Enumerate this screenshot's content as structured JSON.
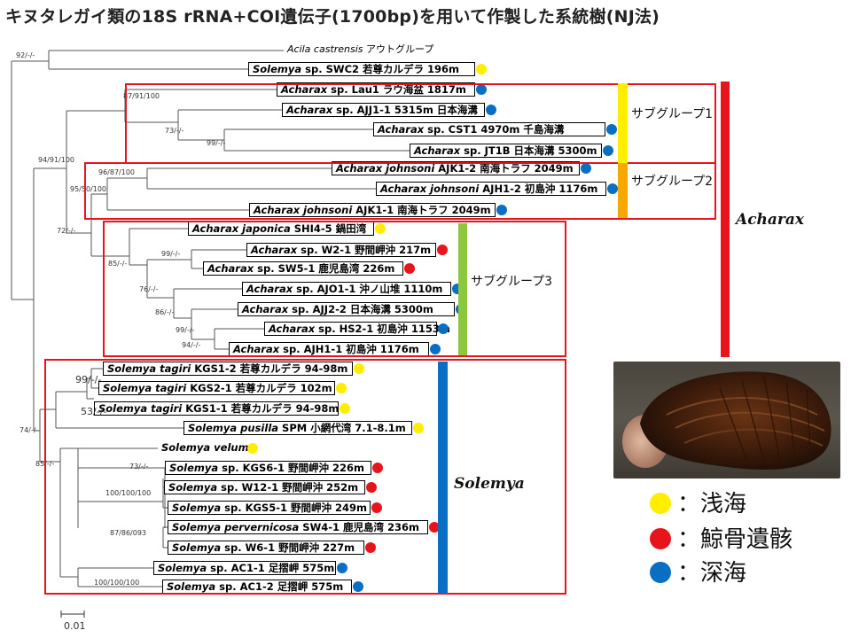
{
  "title": "キヌタレガイ類の18S rRNA+COI遺伝子(1700bp)を用いて作製した系統樹(NJ法)",
  "colors": {
    "shallow": "#ffee00",
    "whale": "#e8141c",
    "deep": "#0a6fc2",
    "frame": "#e8141c",
    "sg1": "#ffee00",
    "sg2": "#f7a800",
    "sg3": "#8dc63f",
    "acharax": "#e8141c",
    "solemya": "#0a6fc2"
  },
  "leaves": [
    {
      "genus": "Acila castrensis",
      "rest": " アウトグループ",
      "habitat": "none",
      "box": false
    },
    {
      "genus": "Solemya",
      "rest": " sp.  SWC2 若尊カルデラ 196m",
      "habitat": "shallow",
      "box": true
    },
    {
      "genus": "Acharax",
      "rest": " sp. Lau1 ラウ海盆 1817m",
      "habitat": "deep",
      "box": true
    },
    {
      "genus": "Acharax",
      "rest": " sp. AJJ1-1  5315m 日本海溝",
      "habitat": "deep",
      "box": true
    },
    {
      "genus": "Acharax",
      "rest": " sp. CST1 4970m 千島海溝",
      "habitat": "deep",
      "box": true
    },
    {
      "genus": "Acharax",
      "rest": " sp. JT1B 日本海溝 5300m",
      "habitat": "deep",
      "box": true
    },
    {
      "genus": "Acharax johnsoni",
      "rest": " AJK1-2 南海トラフ 2049m",
      "habitat": "deep",
      "box": true
    },
    {
      "genus": "Acharax johnsoni",
      "rest": " AJH1-2 初島沖 1176m",
      "habitat": "deep",
      "box": true
    },
    {
      "genus": "Acharax johnsoni",
      "rest": " AJK1-1 南海トラフ 2049m",
      "habitat": "deep",
      "box": true
    },
    {
      "genus": "Acharax japonica",
      "rest": " SHI4-5 鍋田湾",
      "habitat": "shallow",
      "box": true
    },
    {
      "genus": "Acharax",
      "rest": " sp. W2-1 野間岬沖 217m",
      "habitat": "whale",
      "box": true
    },
    {
      "genus": "Acharax",
      "rest": " sp. SW5-1 鹿児島湾 226m",
      "habitat": "whale",
      "box": true
    },
    {
      "genus": "Acharax",
      "rest": " sp. AJO1-1  沖ノ山堆 1110m",
      "habitat": "deep",
      "box": true
    },
    {
      "genus": "Acharax",
      "rest": " sp. AJJ2-2  日本海溝 5300m",
      "habitat": "deep",
      "box": true
    },
    {
      "genus": "Acharax",
      "rest": " sp. HS2-1  初島沖 1153m",
      "habitat": "deep",
      "box": true
    },
    {
      "genus": "Acharax",
      "rest": " sp. AJH1-1  初島沖 1176m",
      "habitat": "deep",
      "box": true
    },
    {
      "genus": "Solemya tagiri",
      "rest": "  KGS1-2 若尊カルデラ 94-98m",
      "habitat": "shallow",
      "box": true
    },
    {
      "genus": "Solemya tagiri",
      "rest": " KGS2-1 若尊カルデラ 102m",
      "habitat": "shallow",
      "box": true
    },
    {
      "genus": "Solemya tagiri",
      "rest": " KGS1-1  若尊カルデラ 94-98m",
      "habitat": "shallow",
      "box": true
    },
    {
      "genus": "Solemya pusilla",
      "rest": " SPM 小網代湾 7.1-8.1m",
      "habitat": "shallow",
      "box": true
    },
    {
      "genus": "Solemya velum",
      "rest": "",
      "habitat": "shallow",
      "box": false
    },
    {
      "genus": "Solemya",
      "rest": " sp. KGS6-1 野間岬沖 226m",
      "habitat": "whale",
      "box": true
    },
    {
      "genus": "Solemya",
      "rest": " sp. W12-1 野間岬沖 252m",
      "habitat": "whale",
      "box": true
    },
    {
      "genus": "Solemya",
      "rest": " sp. KGS5-1 野間岬沖 249m",
      "habitat": "whale",
      "box": true
    },
    {
      "genus": "Solemya pervernicosa",
      "rest": "  SW4-1 鹿児島湾 236m",
      "habitat": "whale",
      "box": true
    },
    {
      "genus": "Solemya",
      "rest": " sp.  W6-1 野間岬沖 227m",
      "habitat": "whale",
      "box": true
    },
    {
      "genus": "Solemya",
      "rest": " sp. AC1-1  足摺岬 575m",
      "habitat": "deep",
      "box": true
    },
    {
      "genus": "Solemya",
      "rest": " sp. AC1-2  足摺岬 575m",
      "habitat": "deep",
      "box": true
    }
  ],
  "bootstrap": [
    "92/-/-",
    "87/91/100",
    "73/-/-",
    "99/-/-",
    "94/91/100",
    "96/87/100",
    "95/50/100",
    "72/-/-",
    "99/-/-",
    "85/-/-",
    "76/-/-",
    "86/-/-",
    "99/-/-",
    "94/-/-",
    "99/-/-",
    "53/-/-",
    "74/-/-",
    "85/-/-",
    "73/-/-",
    "100/100/100",
    "87/86/093",
    "100/100/100"
  ],
  "subgroups": [
    "サブグループ1",
    "サブグループ2",
    "サブグループ3"
  ],
  "clades": {
    "acharax": "Acharax",
    "solemya": "Solemya"
  },
  "legend": [
    {
      "habitat": "shallow",
      "label": "：浅海"
    },
    {
      "habitat": "whale",
      "label": "：鯨骨遺骸"
    },
    {
      "habitat": "deep",
      "label": "：深海"
    }
  ],
  "scale_label": "0.01"
}
